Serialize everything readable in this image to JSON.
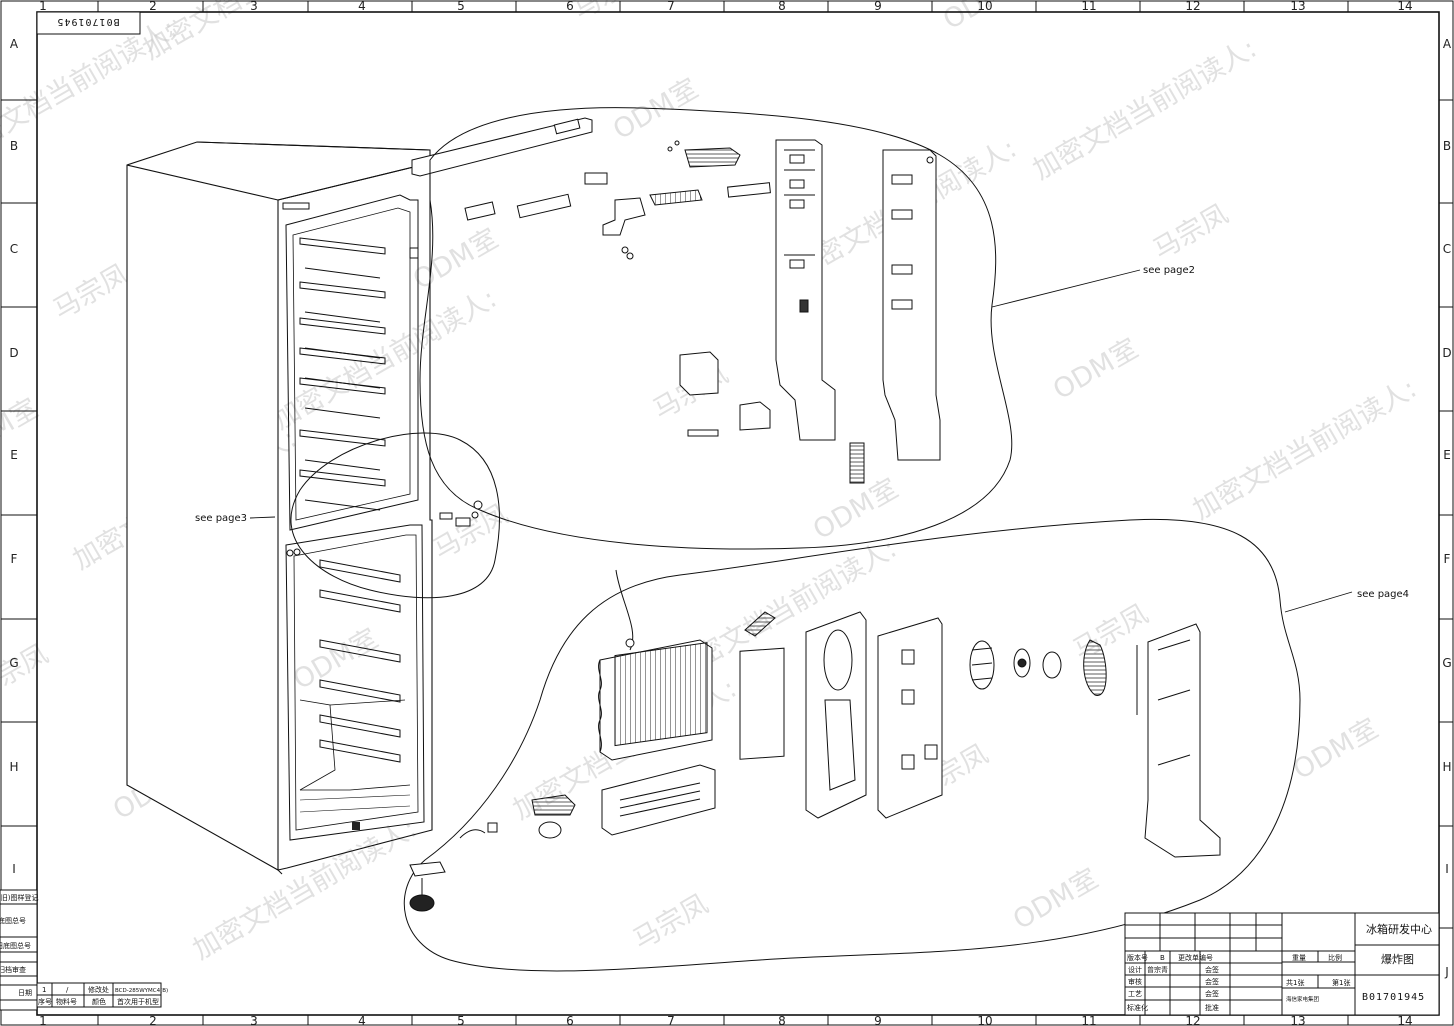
{
  "drawing": {
    "number_tag": "B01701945",
    "col_labels": [
      "1",
      "2",
      "3",
      "4",
      "5",
      "6",
      "7",
      "8",
      "9",
      "10",
      "11",
      "12",
      "13",
      "14"
    ],
    "row_labels": [
      "A",
      "B",
      "C",
      "D",
      "E",
      "F",
      "G",
      "H",
      "I",
      "J"
    ],
    "watermark": [
      "加密文档当前阅读人:",
      "马宗凤",
      "ODM室"
    ]
  },
  "callouts": {
    "page2": "see page2",
    "page3": "see page3",
    "page4": "see page4"
  },
  "title_block": {
    "org": "冰箱研发中心",
    "title": "爆炸图",
    "doc_number": "B01701945",
    "version_label": "版本号",
    "version_value": "B",
    "change_label": "更改单编号",
    "weight_label": "重量",
    "scale_label": "比例",
    "design_label": "设计",
    "design_value": "曾宗青",
    "review_label": "审核",
    "process_label": "工艺",
    "standard_label": "标准化",
    "countersign_label": "会签",
    "approve_label": "批准",
    "sheets_label": "共1张",
    "sheet_label": "第1张",
    "company_label": "海信家电集团"
  },
  "left_block": {
    "r1": "(旧)图样登记",
    "r2": "底图总号",
    "r3": "旧底图总号",
    "r4": "归档审查",
    "r5": "日期",
    "seq_label": "序号",
    "seq_value": "1",
    "part_label": "物料号",
    "part_value": "/",
    "mat_label": "颜色",
    "mat_value": "修改处",
    "model_label": "首次用于机型",
    "model_value": "BCD-285WYMC4(B)"
  }
}
